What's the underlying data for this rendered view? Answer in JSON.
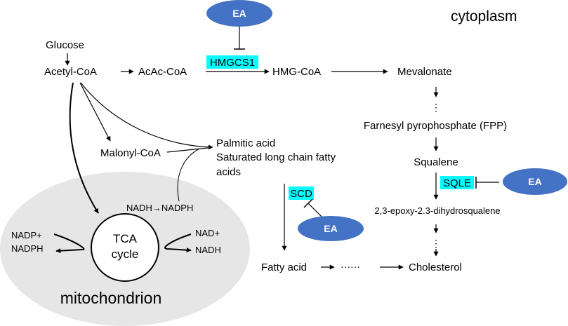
{
  "compartments": {
    "cytoplasm": "cytoplasm",
    "mitochondrion": "mitochondrion"
  },
  "metabolites": {
    "glucose": "Glucose",
    "acetyl_coa": "Acetyl-CoA",
    "acac_coa": "AcAc-CoA",
    "hmg_coa": "HMG-CoA",
    "mevalonate": "Mevalonate",
    "fpp": "Farnesyl pyrophosphate (FPP)",
    "squalene": "Squalene",
    "epoxysqualene": "2,3-epoxy-2.3-dihydrosqualene",
    "cholesterol": "Cholesterol",
    "malonyl_coa": "Malonyl-CoA",
    "palmitic_acid": "Palmitic acid",
    "saturated_line1": "Saturated long chain fatty",
    "saturated_line2": "acids",
    "fatty_acid": "Fatty acid",
    "nadh_nadph": "NADH→NADPH",
    "nadp_plus": "NADP+",
    "nadph": "NADPH",
    "nad_plus": "NAD+",
    "nadh": "NADH",
    "tca_line1": "TCA",
    "tca_line2": "cycle",
    "ellipsis": "······"
  },
  "enzymes": {
    "hmgcs1": "HMGCS1",
    "scd": "SCD",
    "sqle": "SQLE"
  },
  "inhibitor": {
    "label": "EA",
    "ellipse_color": "#4472c4",
    "ellipse_text_color": "#ffffff"
  },
  "colors": {
    "enzyme_highlight": "#00ffff",
    "mitochondrion_fill": "#e6e6e6",
    "line": "#000000"
  }
}
